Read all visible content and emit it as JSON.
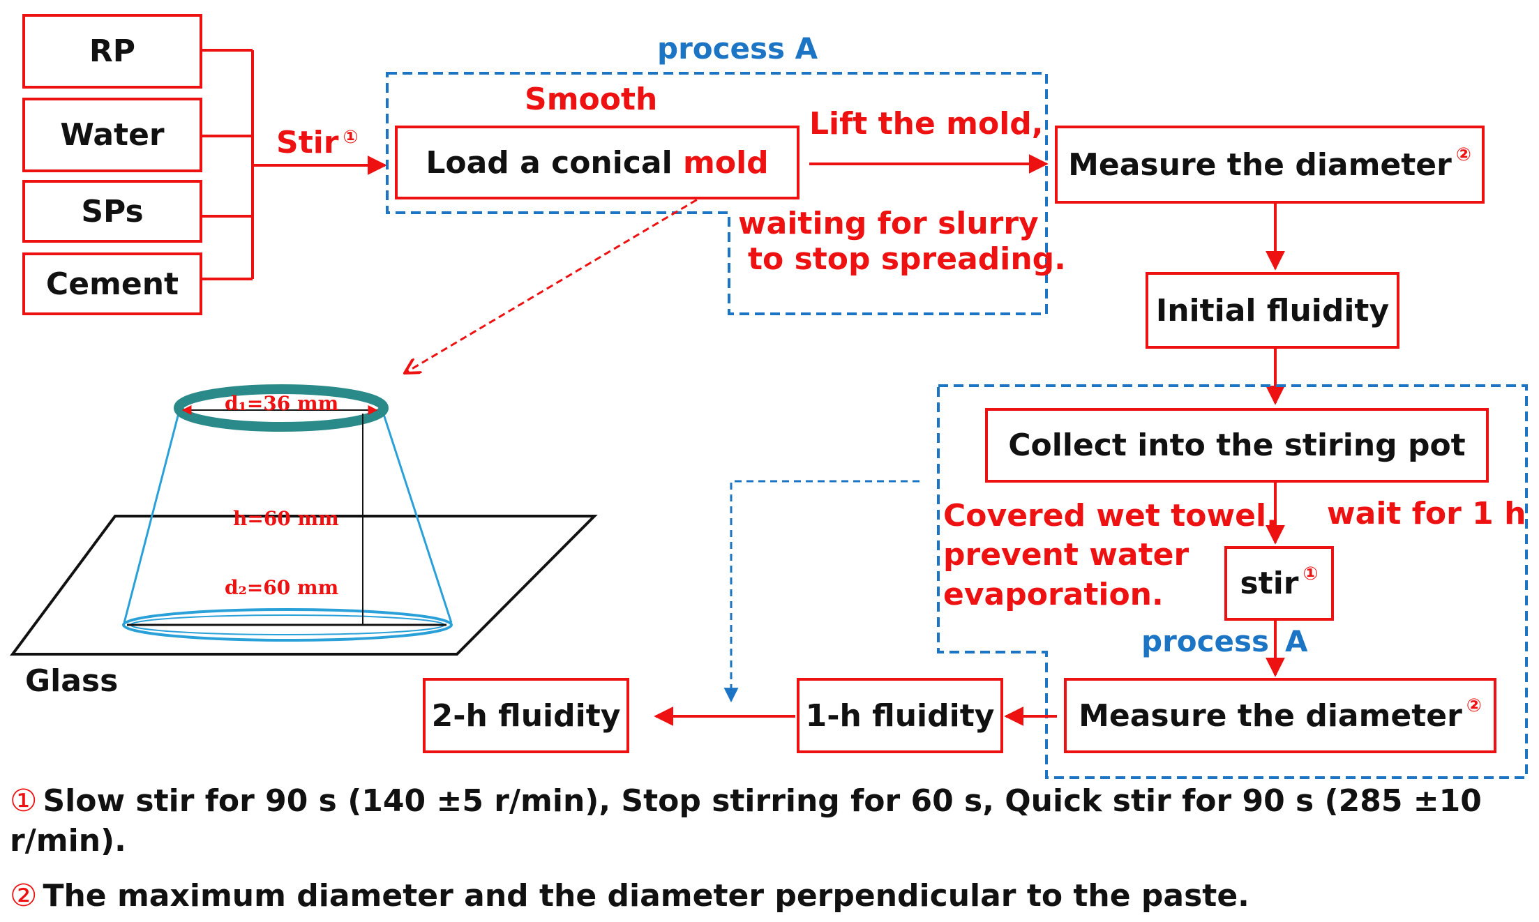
{
  "inputs": [
    "RP",
    "Water",
    "SPs",
    "Cement"
  ],
  "stir_label": "Stir",
  "marker_1": "①",
  "marker_2": "②",
  "process_a_label": "process A",
  "smooth_label": "Smooth",
  "load_mold_prefix": "Load a conical ",
  "load_mold_highlight": "mold",
  "lift_mold_label": "Lift the mold,",
  "waiting_line1": "waiting for slurry",
  "waiting_line2": "to stop spreading.",
  "measure_diameter": "Measure the diameter",
  "initial_fluidity": "Initial fluidity",
  "collect_pot": "Collect into the stiring pot",
  "covered_line1": "Covered wet towel,",
  "covered_line2": "prevent water",
  "covered_line3": "evaporation.",
  "wait_1h": "wait for 1 h",
  "stir_lower": "stir",
  "process_label": "process",
  "process_letter": "A",
  "fluidity_1h": "1-h fluidity",
  "fluidity_2h": "2-h fluidity",
  "mold_labels": {
    "d1": "d₁=36 mm",
    "h": "h=60 mm",
    "d2": "d₂=60 mm",
    "glass": "Glass"
  },
  "notes": {
    "note1_line1": "Slow stir for 90 s (140 ±5 r/min), Stop stirring for 60 s, Quick stir for 90 s (285 ±10",
    "note1_line2": "r/min).",
    "note2": "The maximum diameter and the diameter perpendicular to the paste."
  },
  "colors": {
    "red": "#ee1111",
    "blue": "#1c74c4",
    "teal": "#2a8a8a",
    "light_blue": "#2aa0d8"
  }
}
